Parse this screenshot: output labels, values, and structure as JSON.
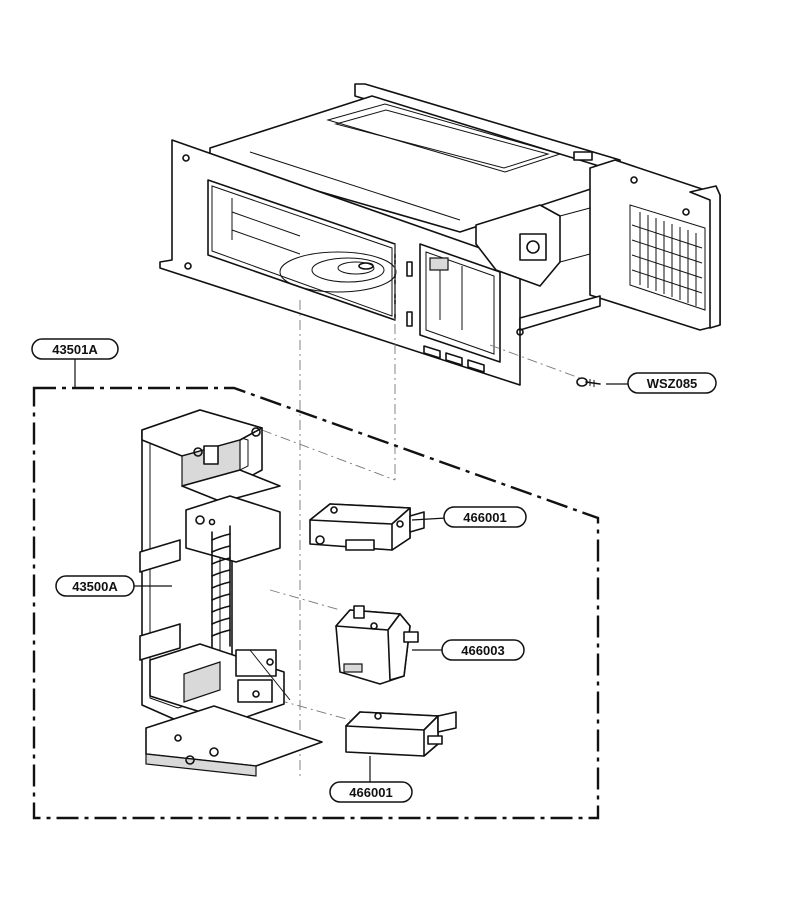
{
  "labels": {
    "assembly": "43501A",
    "screw": "WSZ085",
    "latch_board": "43500A",
    "switch_top": "466001",
    "switch_mid": "466003",
    "switch_bottom": "466001"
  },
  "colors": {
    "line": "#111111",
    "background": "#ffffff",
    "shade": "#d9d9d9"
  }
}
